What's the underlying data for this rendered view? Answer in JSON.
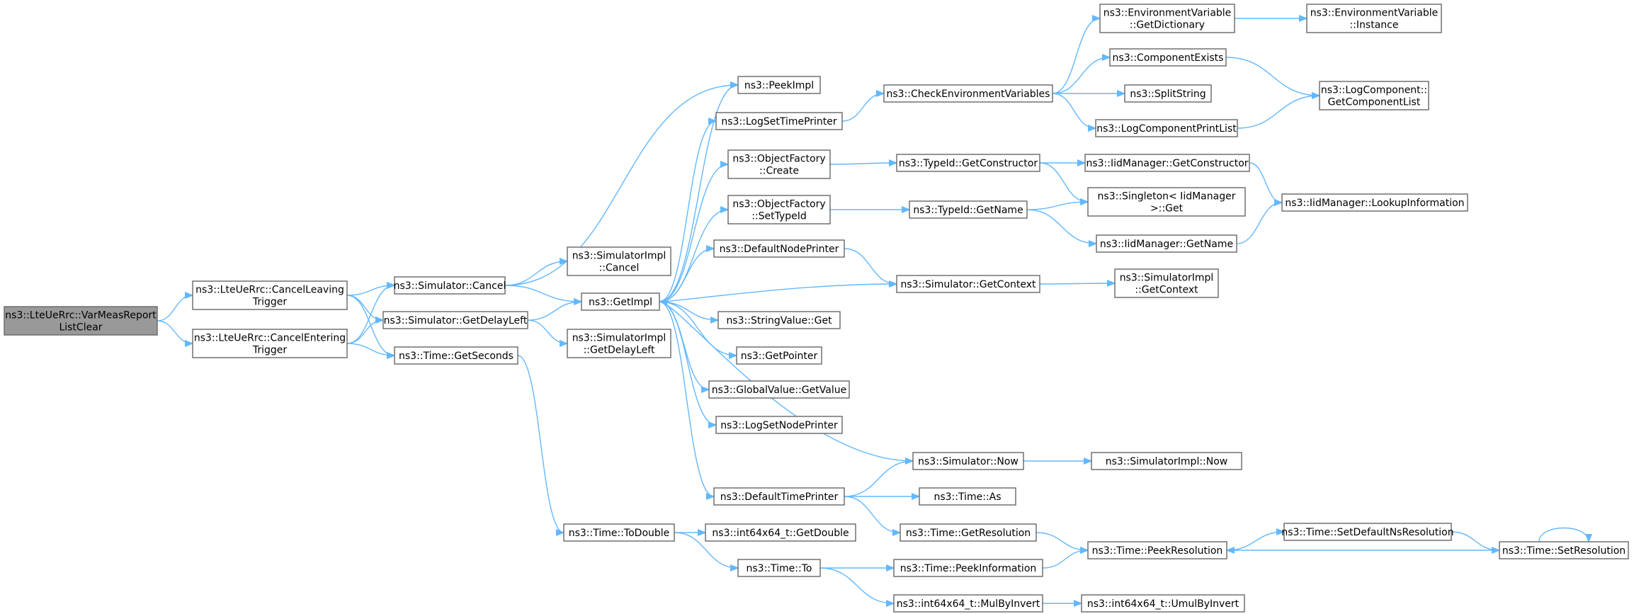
{
  "colors": {
    "edge": "#63b8ff",
    "node_border": "#666666",
    "node_fill": "#ffffff",
    "root_fill": "#999999"
  },
  "nodes": [
    {
      "id": "root",
      "lines": [
        "ns3::LteUeRrc::VarMeasReport",
        "ListClear"
      ],
      "root": true
    },
    {
      "id": "cancelLeaving",
      "lines": [
        "ns3::LteUeRrc::CancelLeaving",
        "Trigger"
      ]
    },
    {
      "id": "cancelEntering",
      "lines": [
        "ns3::LteUeRrc::CancelEntering",
        "Trigger"
      ]
    },
    {
      "id": "simCancel",
      "lines": [
        "ns3::Simulator::Cancel"
      ]
    },
    {
      "id": "simGetDelayLeft",
      "lines": [
        "ns3::Simulator::GetDelayLeft"
      ]
    },
    {
      "id": "timeGetSeconds",
      "lines": [
        "ns3::Time::GetSeconds"
      ]
    },
    {
      "id": "simImplCancel",
      "lines": [
        "ns3::SimulatorImpl",
        "::Cancel"
      ]
    },
    {
      "id": "getImpl",
      "lines": [
        "ns3::GetImpl"
      ]
    },
    {
      "id": "simImplGetDelayLeft",
      "lines": [
        "ns3::SimulatorImpl",
        "::GetDelayLeft"
      ]
    },
    {
      "id": "timeToDouble",
      "lines": [
        "ns3::Time::ToDouble"
      ]
    },
    {
      "id": "peekImpl",
      "lines": [
        "ns3::PeekImpl"
      ]
    },
    {
      "id": "logSetTimePrinter",
      "lines": [
        "ns3::LogSetTimePrinter"
      ]
    },
    {
      "id": "objFactoryCreate",
      "lines": [
        "ns3::ObjectFactory",
        "::Create"
      ]
    },
    {
      "id": "objFactorySetTypeId",
      "lines": [
        "ns3::ObjectFactory",
        "::SetTypeId"
      ]
    },
    {
      "id": "defaultNodePrinter",
      "lines": [
        "ns3::DefaultNodePrinter"
      ]
    },
    {
      "id": "stringValueGet",
      "lines": [
        "ns3::StringValue::Get"
      ]
    },
    {
      "id": "getPointer",
      "lines": [
        "ns3::GetPointer"
      ]
    },
    {
      "id": "globalValueGetValue",
      "lines": [
        "ns3::GlobalValue::GetValue"
      ]
    },
    {
      "id": "logSetNodePrinter",
      "lines": [
        "ns3::LogSetNodePrinter"
      ]
    },
    {
      "id": "defaultTimePrinter",
      "lines": [
        "ns3::DefaultTimePrinter"
      ]
    },
    {
      "id": "int64GetDouble",
      "lines": [
        "ns3::int64x64_t::GetDouble"
      ]
    },
    {
      "id": "timeTo",
      "lines": [
        "ns3::Time::To"
      ]
    },
    {
      "id": "checkEnvVars",
      "lines": [
        "ns3::CheckEnvironmentVariables"
      ]
    },
    {
      "id": "typeIdGetConstructor",
      "lines": [
        "ns3::TypeId::GetConstructor"
      ]
    },
    {
      "id": "typeIdGetName",
      "lines": [
        "ns3::TypeId::GetName"
      ]
    },
    {
      "id": "simGetContext",
      "lines": [
        "ns3::Simulator::GetContext"
      ]
    },
    {
      "id": "simNow",
      "lines": [
        "ns3::Simulator::Now"
      ]
    },
    {
      "id": "timeAs",
      "lines": [
        "ns3::Time::As"
      ]
    },
    {
      "id": "timeGetResolution",
      "lines": [
        "ns3::Time::GetResolution"
      ]
    },
    {
      "id": "timePeekInformation",
      "lines": [
        "ns3::Time::PeekInformation"
      ]
    },
    {
      "id": "int64MulByInvert",
      "lines": [
        "ns3::int64x64_t::MulByInvert"
      ]
    },
    {
      "id": "envVarGetDictionary",
      "lines": [
        "ns3::EnvironmentVariable",
        "::GetDictionary"
      ]
    },
    {
      "id": "componentExists",
      "lines": [
        "ns3::ComponentExists"
      ]
    },
    {
      "id": "splitString",
      "lines": [
        "ns3::SplitString"
      ]
    },
    {
      "id": "logComponentPrintList",
      "lines": [
        "ns3::LogComponentPrintList"
      ]
    },
    {
      "id": "iidGetConstructor",
      "lines": [
        "ns3::IidManager::GetConstructor"
      ]
    },
    {
      "id": "singletonGet",
      "lines": [
        "ns3::Singleton< IidManager",
        ">::Get"
      ]
    },
    {
      "id": "iidGetName",
      "lines": [
        "ns3::IidManager::GetName"
      ]
    },
    {
      "id": "simImplGetContext",
      "lines": [
        "ns3::SimulatorImpl",
        "::GetContext"
      ]
    },
    {
      "id": "simImplNow",
      "lines": [
        "ns3::SimulatorImpl::Now"
      ]
    },
    {
      "id": "timePeekResolution",
      "lines": [
        "ns3::Time::PeekResolution"
      ]
    },
    {
      "id": "int64UmulByInvert",
      "lines": [
        "ns3::int64x64_t::UmulByInvert"
      ]
    },
    {
      "id": "envVarInstance",
      "lines": [
        "ns3::EnvironmentVariable",
        "::Instance"
      ]
    },
    {
      "id": "logCompGetList",
      "lines": [
        "ns3::LogComponent::",
        "GetComponentList"
      ]
    },
    {
      "id": "iidLookupInfo",
      "lines": [
        "ns3::IidManager::LookupInformation"
      ]
    },
    {
      "id": "timeSetDefaultNsRes",
      "lines": [
        "ns3::Time::SetDefaultNsResolution"
      ]
    },
    {
      "id": "timeSetResolution",
      "lines": [
        "ns3::Time::SetResolution"
      ]
    }
  ],
  "edges": [
    [
      "root",
      "cancelLeaving"
    ],
    [
      "root",
      "cancelEntering"
    ],
    [
      "cancelLeaving",
      "simCancel"
    ],
    [
      "cancelLeaving",
      "simGetDelayLeft"
    ],
    [
      "cancelLeaving",
      "timeGetSeconds"
    ],
    [
      "cancelEntering",
      "simCancel"
    ],
    [
      "cancelEntering",
      "simGetDelayLeft"
    ],
    [
      "cancelEntering",
      "timeGetSeconds"
    ],
    [
      "simCancel",
      "simImplCancel"
    ],
    [
      "simCancel",
      "getImpl"
    ],
    [
      "simCancel",
      "peekImpl"
    ],
    [
      "simGetDelayLeft",
      "getImpl"
    ],
    [
      "simGetDelayLeft",
      "simImplGetDelayLeft"
    ],
    [
      "timeGetSeconds",
      "timeToDouble"
    ],
    [
      "getImpl",
      "peekImpl"
    ],
    [
      "getImpl",
      "logSetTimePrinter"
    ],
    [
      "getImpl",
      "objFactoryCreate"
    ],
    [
      "getImpl",
      "objFactorySetTypeId"
    ],
    [
      "getImpl",
      "defaultNodePrinter"
    ],
    [
      "getImpl",
      "stringValueGet"
    ],
    [
      "getImpl",
      "getPointer"
    ],
    [
      "getImpl",
      "globalValueGetValue"
    ],
    [
      "getImpl",
      "logSetNodePrinter"
    ],
    [
      "getImpl",
      "defaultTimePrinter"
    ],
    [
      "simGetContext",
      "getImpl"
    ],
    [
      "simNow",
      "getImpl"
    ],
    [
      "timeToDouble",
      "int64GetDouble"
    ],
    [
      "timeToDouble",
      "timeTo"
    ],
    [
      "logSetTimePrinter",
      "checkEnvVars"
    ],
    [
      "objFactoryCreate",
      "typeIdGetConstructor"
    ],
    [
      "objFactorySetTypeId",
      "typeIdGetName"
    ],
    [
      "defaultNodePrinter",
      "simGetContext"
    ],
    [
      "defaultTimePrinter",
      "simNow"
    ],
    [
      "defaultTimePrinter",
      "timeAs"
    ],
    [
      "defaultTimePrinter",
      "timeGetResolution"
    ],
    [
      "timeTo",
      "timePeekInformation"
    ],
    [
      "timeTo",
      "int64MulByInvert"
    ],
    [
      "checkEnvVars",
      "envVarGetDictionary"
    ],
    [
      "checkEnvVars",
      "componentExists"
    ],
    [
      "checkEnvVars",
      "splitString"
    ],
    [
      "checkEnvVars",
      "logComponentPrintList"
    ],
    [
      "typeIdGetConstructor",
      "iidGetConstructor"
    ],
    [
      "typeIdGetConstructor",
      "singletonGet"
    ],
    [
      "typeIdGetName",
      "singletonGet"
    ],
    [
      "typeIdGetName",
      "iidGetName"
    ],
    [
      "simGetContext",
      "simImplGetContext"
    ],
    [
      "simNow",
      "simImplNow"
    ],
    [
      "timeGetResolution",
      "timePeekResolution"
    ],
    [
      "timePeekInformation",
      "timePeekResolution"
    ],
    [
      "int64MulByInvert",
      "int64UmulByInvert"
    ],
    [
      "envVarGetDictionary",
      "envVarInstance"
    ],
    [
      "componentExists",
      "logCompGetList"
    ],
    [
      "logComponentPrintList",
      "logCompGetList"
    ],
    [
      "iidGetConstructor",
      "iidLookupInfo"
    ],
    [
      "iidGetName",
      "iidLookupInfo"
    ],
    [
      "timePeekResolution",
      "timeSetDefaultNsRes"
    ],
    [
      "timeSetDefaultNsRes",
      "timeSetResolution"
    ],
    [
      "timeSetResolution",
      "timePeekResolution"
    ],
    [
      "timeSetResolution",
      "timeSetResolution"
    ]
  ]
}
